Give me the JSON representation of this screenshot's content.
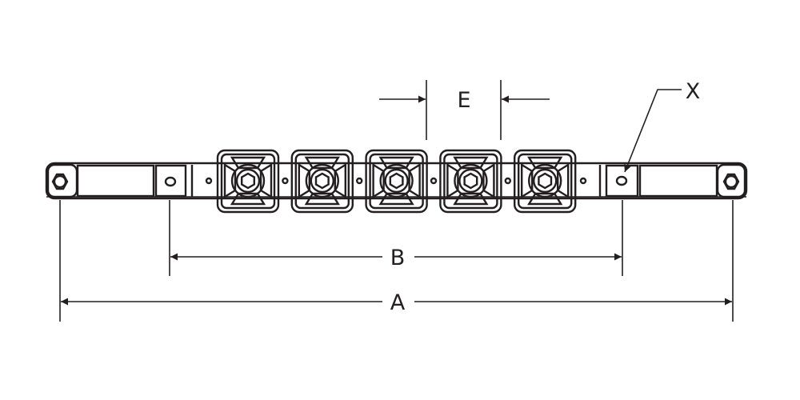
{
  "dimensions": {
    "a_label": "A",
    "b_label": "B",
    "e_label": "E",
    "x_label": "X"
  },
  "mount_count": 5,
  "colors": {
    "line": "#231f20",
    "background": "#ffffff"
  }
}
